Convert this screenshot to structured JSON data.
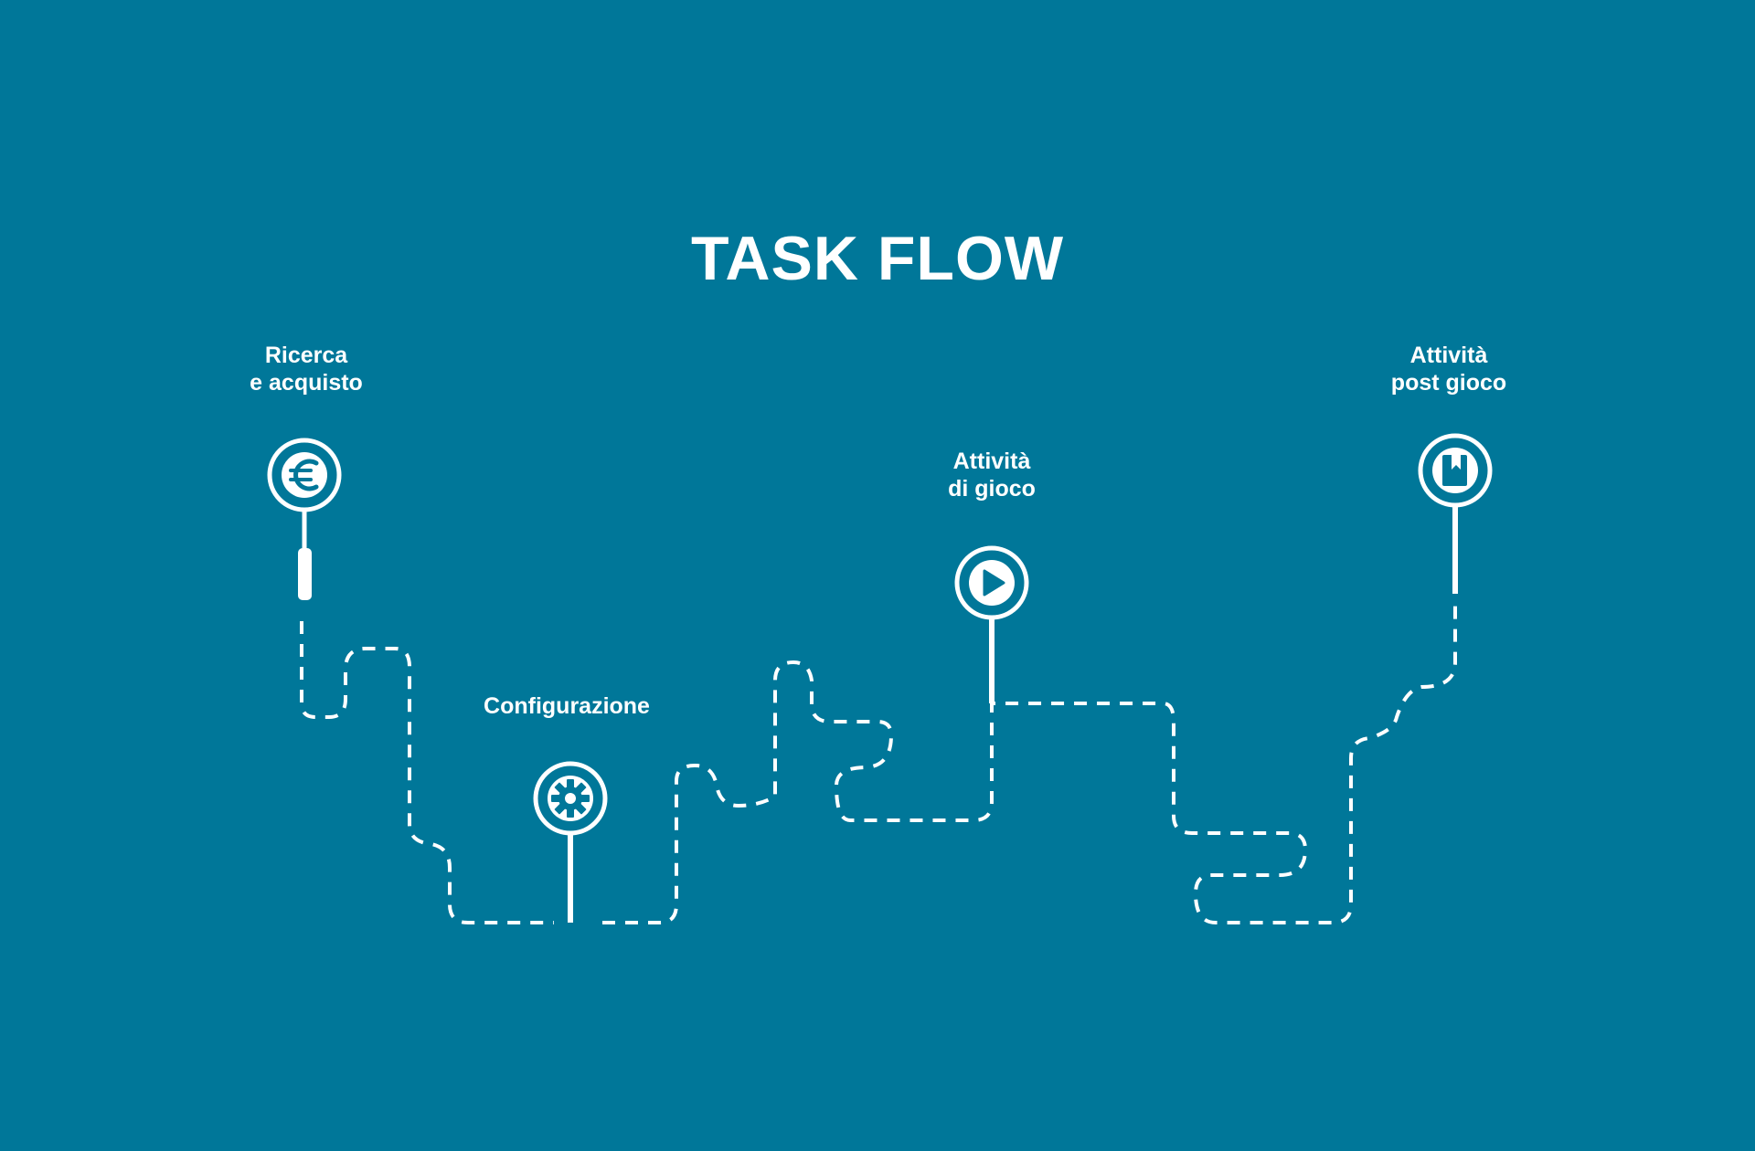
{
  "title": "TASK FLOW",
  "colors": {
    "background": "#007799",
    "foreground": "#ffffff"
  },
  "stages": [
    {
      "id": "ricerca",
      "lines": [
        "Ricerca",
        "e acquisto"
      ],
      "icon": "euro-icon"
    },
    {
      "id": "configurazione",
      "lines": [
        "Configurazione"
      ],
      "icon": "gear-icon"
    },
    {
      "id": "gioco",
      "lines": [
        "Attività",
        "di gioco"
      ],
      "icon": "play-icon"
    },
    {
      "id": "post",
      "lines": [
        "Attività",
        "post gioco"
      ],
      "icon": "book-icon"
    }
  ]
}
